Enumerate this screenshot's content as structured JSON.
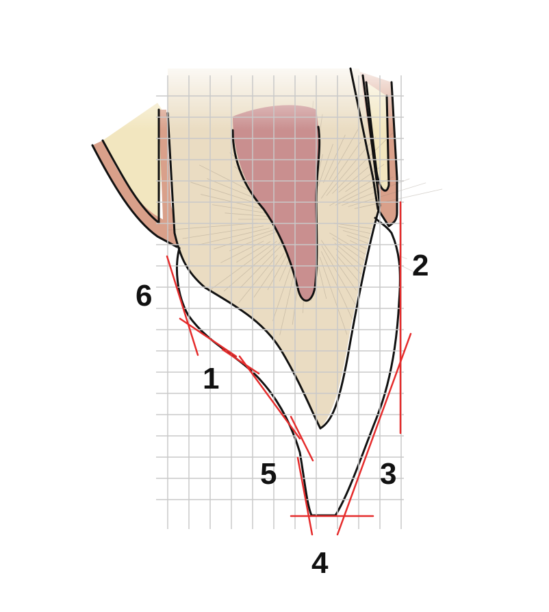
{
  "colors": {
    "background": "#ffffff",
    "grid": "#c8c8c8",
    "dentin": "#eadcc2",
    "pulp": "#c98f8f",
    "gum": "#d9a08a",
    "bone": "#f2e6bf",
    "outline": "#111111",
    "tangent": "#e52b2b",
    "streak": "#8c8274"
  },
  "labels": [
    "1",
    "2",
    "3",
    "4",
    "5",
    "6"
  ]
}
